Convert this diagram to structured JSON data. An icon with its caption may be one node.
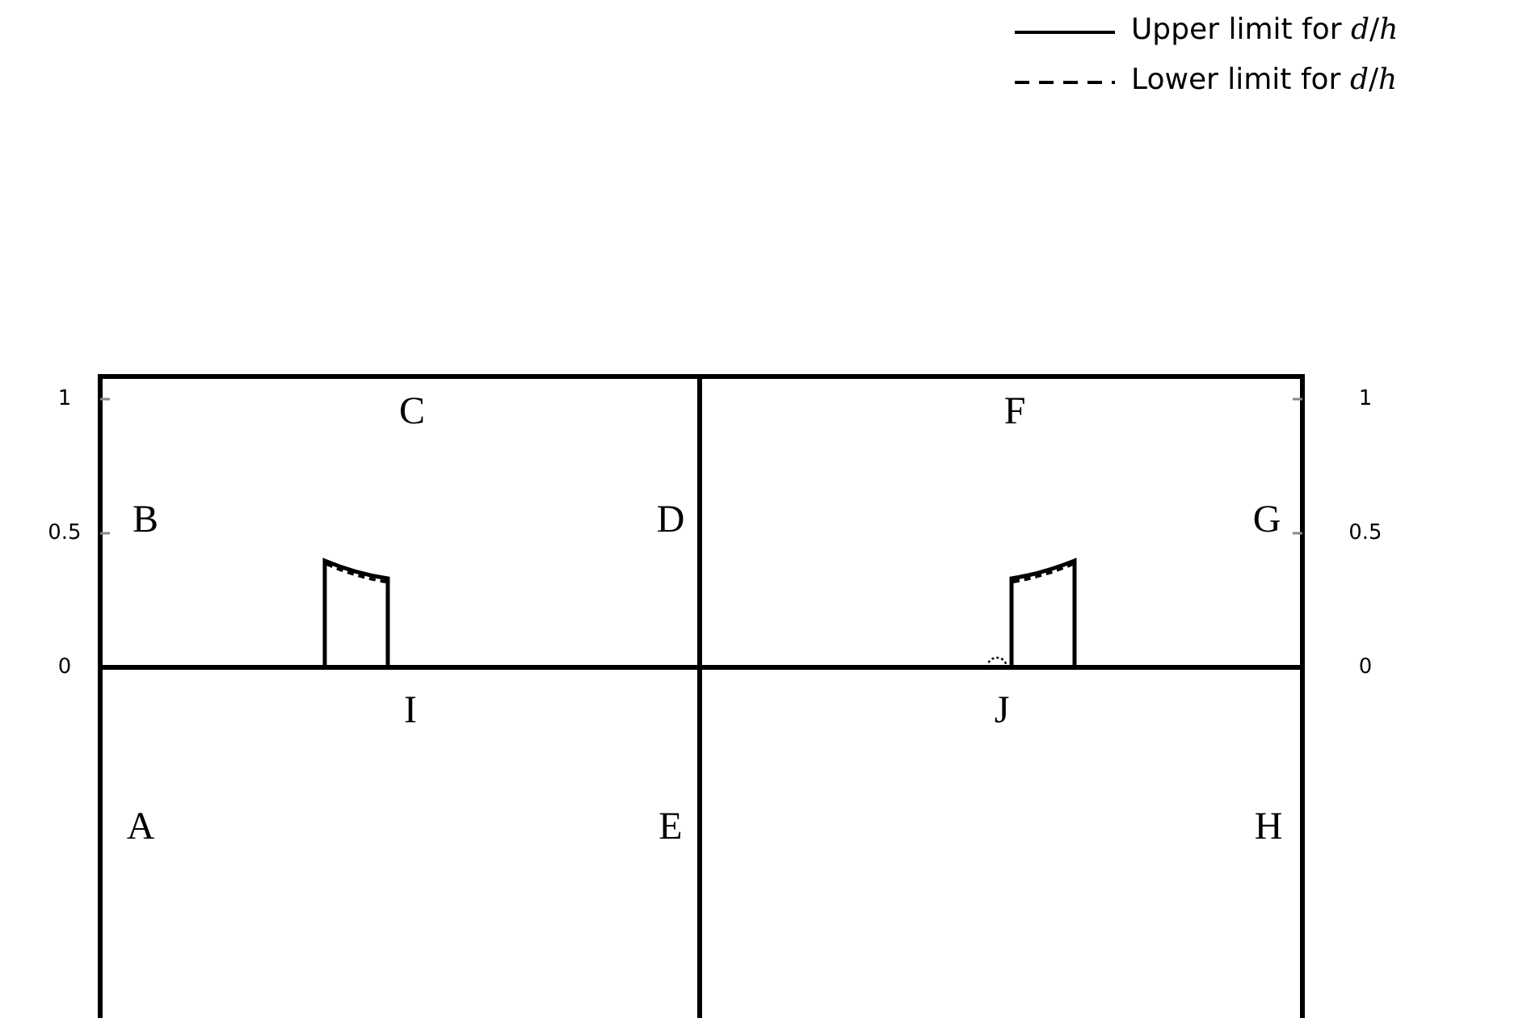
{
  "diagram": {
    "labels": [
      "1",
      "C",
      "F",
      "1",
      "0.5",
      "B",
      "D",
      "G",
      "0.5",
      "0",
      "0",
      "I",
      "J",
      "A",
      "E",
      "H"
    ],
    "legend": [
      {
        "text": "Upper limit for *d*/*h*"
      },
      {
        "text": "Lower limit for *d*/*h*"
      }
    ]
  }
}
